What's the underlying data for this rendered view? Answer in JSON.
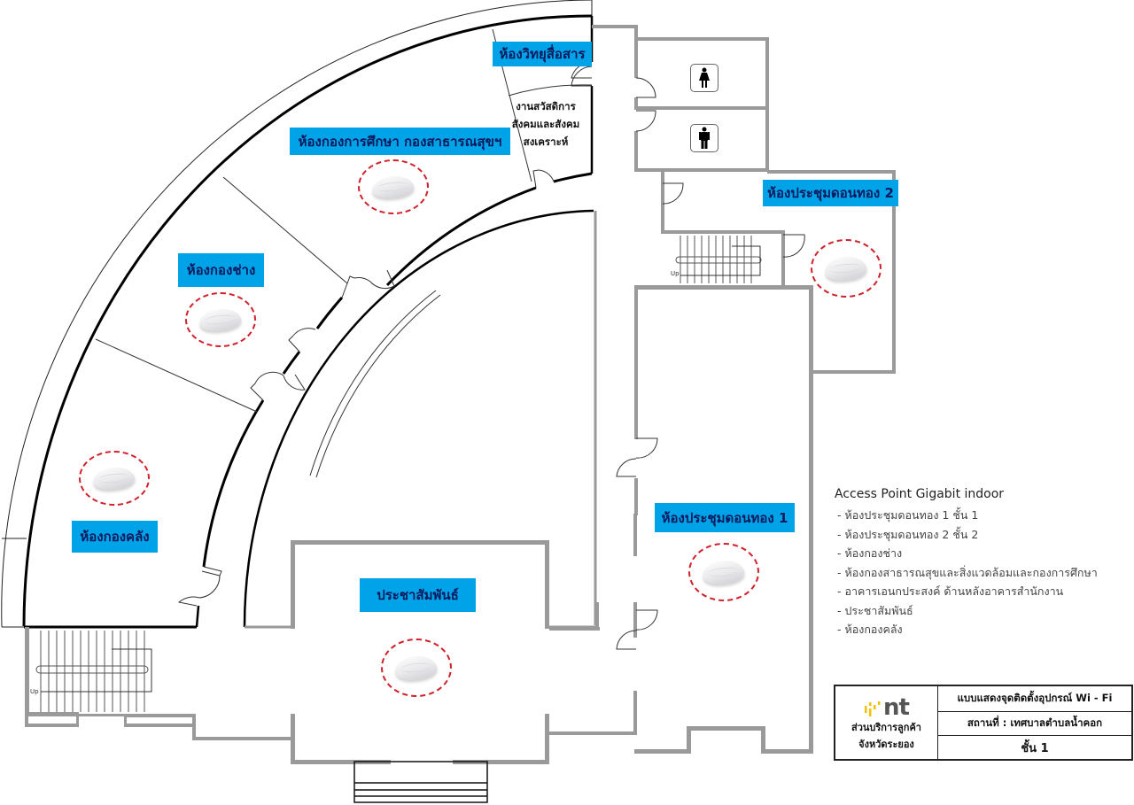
{
  "plan": {
    "floor_label": "ชั้น 1",
    "rooms": [
      {
        "id": "radio",
        "label": "ห้องวิทยุสื่อสาร"
      },
      {
        "id": "education-health",
        "label": "ห้องกองการศึกษา กองสาธารณสุขฯ"
      },
      {
        "id": "engineering",
        "label": "ห้องกองช่าง"
      },
      {
        "id": "treasury",
        "label": "ห้องกองคลัง"
      },
      {
        "id": "public-relations",
        "label": "ประชาสัมพันธ์"
      },
      {
        "id": "meeting-1",
        "label": "ห้องประชุมดอนทอง 1"
      },
      {
        "id": "meeting-2",
        "label": "ห้องประชุมดอนทอง 2"
      }
    ],
    "welfare_note": [
      "งานสวัสดิการ",
      "สังคมและสังคม",
      "สงเคราะห์"
    ],
    "stairs_label": "Up",
    "restrooms": [
      {
        "type": "female",
        "icon": "female-restroom-icon"
      },
      {
        "type": "male",
        "icon": "male-restroom-icon"
      }
    ],
    "access_points": [
      {
        "room": "education-health",
        "icon": "access-point-icon"
      },
      {
        "room": "engineering",
        "icon": "access-point-icon"
      },
      {
        "room": "treasury",
        "icon": "access-point-icon"
      },
      {
        "room": "public-relations",
        "icon": "access-point-icon"
      },
      {
        "room": "meeting-1",
        "icon": "access-point-icon"
      },
      {
        "room": "meeting-2",
        "icon": "access-point-icon"
      }
    ],
    "colors": {
      "label_bg": "#00a2e8",
      "label_text": "#0b1a5c",
      "ap_marker": "#d0202a",
      "wall_gray": "#9a9a9a",
      "wall_black": "#000000"
    }
  },
  "legend": {
    "title": "Access Point Gigabit indoor",
    "items": [
      "- ห้องประชุมดอนทอง 1 ชั้น 1",
      "- ห้องประชุมดอนทอง 2 ชั้น 2",
      "- ห้องกองช่าง",
      "- ห้องกองสาธารณสุขและสิ่งแวดล้อมและกองการศึกษา",
      "- อาคารเอนกประสงค์ ด้านหลังอาคารสำนักงาน",
      "- ประชาสัมพันธ์",
      "- ห้องกองคลัง"
    ]
  },
  "title_block": {
    "logo_text": "nt",
    "org_line1": "ส่วนบริการลูกค้า",
    "org_line2": "จังหวัดระยอง",
    "title": "แบบแสดงจุดติดตั้งอุปกรณ์ Wi - Fi",
    "location": "สถานที่ : เทศบาลตำบลน้ำคอก",
    "floor": "ชั้น 1",
    "logo_colors": [
      "#f2c200",
      "#555555"
    ]
  }
}
